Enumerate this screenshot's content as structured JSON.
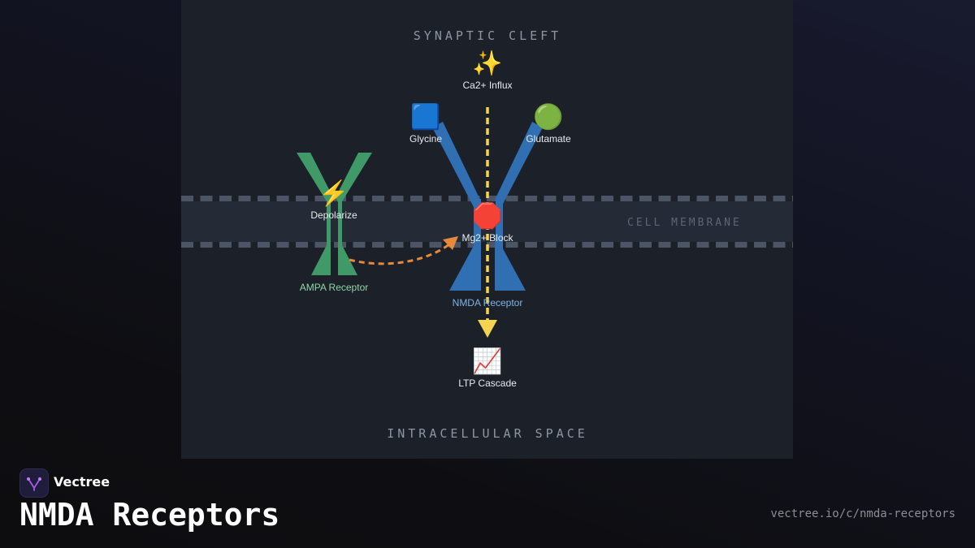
{
  "regions": {
    "top": "SYNAPTIC CLEFT",
    "membrane": "CELL MEMBRANE",
    "bottom": "INTRACELLULAR SPACE"
  },
  "nodes": {
    "ca_influx": {
      "icon": "sparkles-icon",
      "glyph": "✨",
      "label": "Ca2+ Influx"
    },
    "glycine": {
      "icon": "blue-square-icon",
      "glyph": "🟦",
      "label": "Glycine"
    },
    "glutamate": {
      "icon": "green-circle-icon",
      "glyph": "🟢",
      "label": "Glutamate"
    },
    "depolarize": {
      "icon": "lightning-icon",
      "glyph": "⚡",
      "label": "Depolarize"
    },
    "mg_block": {
      "icon": "stop-sign-icon",
      "glyph": "🛑",
      "label": "Mg2+ Block"
    },
    "ltp_cascade": {
      "icon": "chart-increasing-icon",
      "glyph": "📈",
      "label": "LTP Cascade"
    }
  },
  "receptors": {
    "ampa": {
      "label": "AMPA Receptor",
      "color": "#3f9a68",
      "label_color": "#8fd6a6"
    },
    "nmda": {
      "label": "NMDA Receptor",
      "color": "#2f6fb2",
      "label_color": "#7fb3e6"
    }
  },
  "colors": {
    "ca_path": "#f5d451",
    "depolarize_arrow": "#e8883a",
    "membrane_dash": "#4b5566"
  },
  "brand": {
    "name": "Vectree",
    "title": "NMDA Receptors",
    "url": "vectree.io/c/nmda-receptors"
  }
}
